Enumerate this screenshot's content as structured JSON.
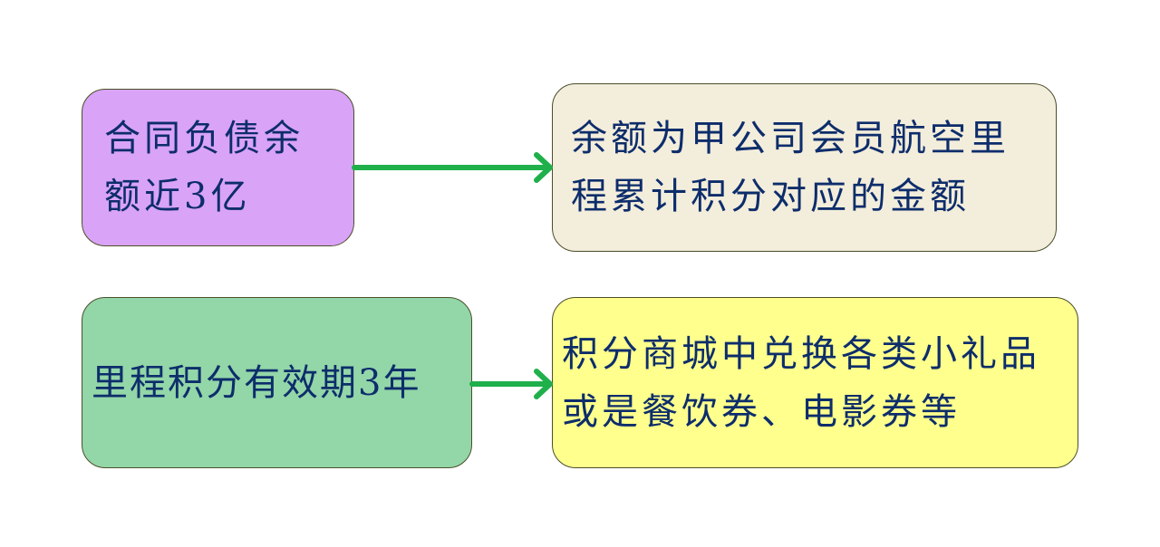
{
  "colors": {
    "box_a_fill": "#d9a3f7",
    "box_b_fill": "#f3eddb",
    "box_c_fill": "#93d6a8",
    "box_d_fill": "#feff8c",
    "text": "#0d2d6b",
    "arrow": "#1fb04b",
    "border": "#4a4f2a"
  },
  "nodes": {
    "a": {
      "lines": [
        "合同负债余",
        "额近3亿"
      ]
    },
    "b": {
      "lines": [
        "余额为甲公司会员航空里",
        "程累计积分对应的金额"
      ]
    },
    "c": {
      "lines": [
        "里程积分有效期3年"
      ]
    },
    "d": {
      "lines": [
        "积分商城中兑换各类小礼品",
        "或是餐饮券、电影券等"
      ]
    }
  },
  "edges": [
    {
      "from": "a",
      "to": "b"
    },
    {
      "from": "c",
      "to": "d"
    }
  ]
}
